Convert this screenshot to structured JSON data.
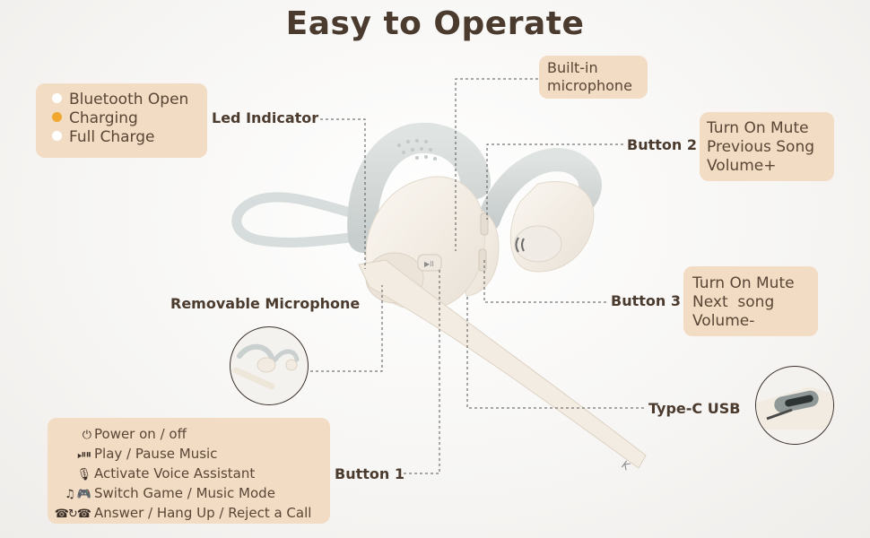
{
  "title": "Easy to Operate",
  "led": {
    "label": "Led Indicator",
    "items": [
      {
        "text": "Bluetooth Open",
        "color": "#ffffff"
      },
      {
        "text": "Charging",
        "color": "#f0a830"
      },
      {
        "text": "Full Charge",
        "color": "#ffffff"
      }
    ]
  },
  "mic": {
    "lines": [
      "Built-in",
      "microphone"
    ]
  },
  "button2": {
    "label": "Button 2",
    "lines": [
      "Turn On Mute",
      "Previous Song",
      "Volume+"
    ]
  },
  "button3": {
    "label": "Button 3",
    "lines": [
      "Turn On Mute",
      "Next  song",
      "Volume-"
    ]
  },
  "removable": {
    "label": "Removable Microphone"
  },
  "usb": {
    "label": "Type-C USB"
  },
  "button1": {
    "label": "Button 1",
    "items": [
      {
        "icon": "⏻",
        "text": "Power on / off"
      },
      {
        "icon": "⏯⏸",
        "text": "Play / Pause Music"
      },
      {
        "icon": "🎙",
        "text": "Activate Voice Assistant"
      },
      {
        "icon": "♫ 🎮",
        "text": "Switch Game / Music Mode"
      },
      {
        "icon": "☎↻☎",
        "text": "Answer / Hang Up / Reject a Call"
      }
    ]
  },
  "colors": {
    "callout": "#f2dcc4",
    "text": "#4b3b2e",
    "accent": "#f0a830"
  }
}
